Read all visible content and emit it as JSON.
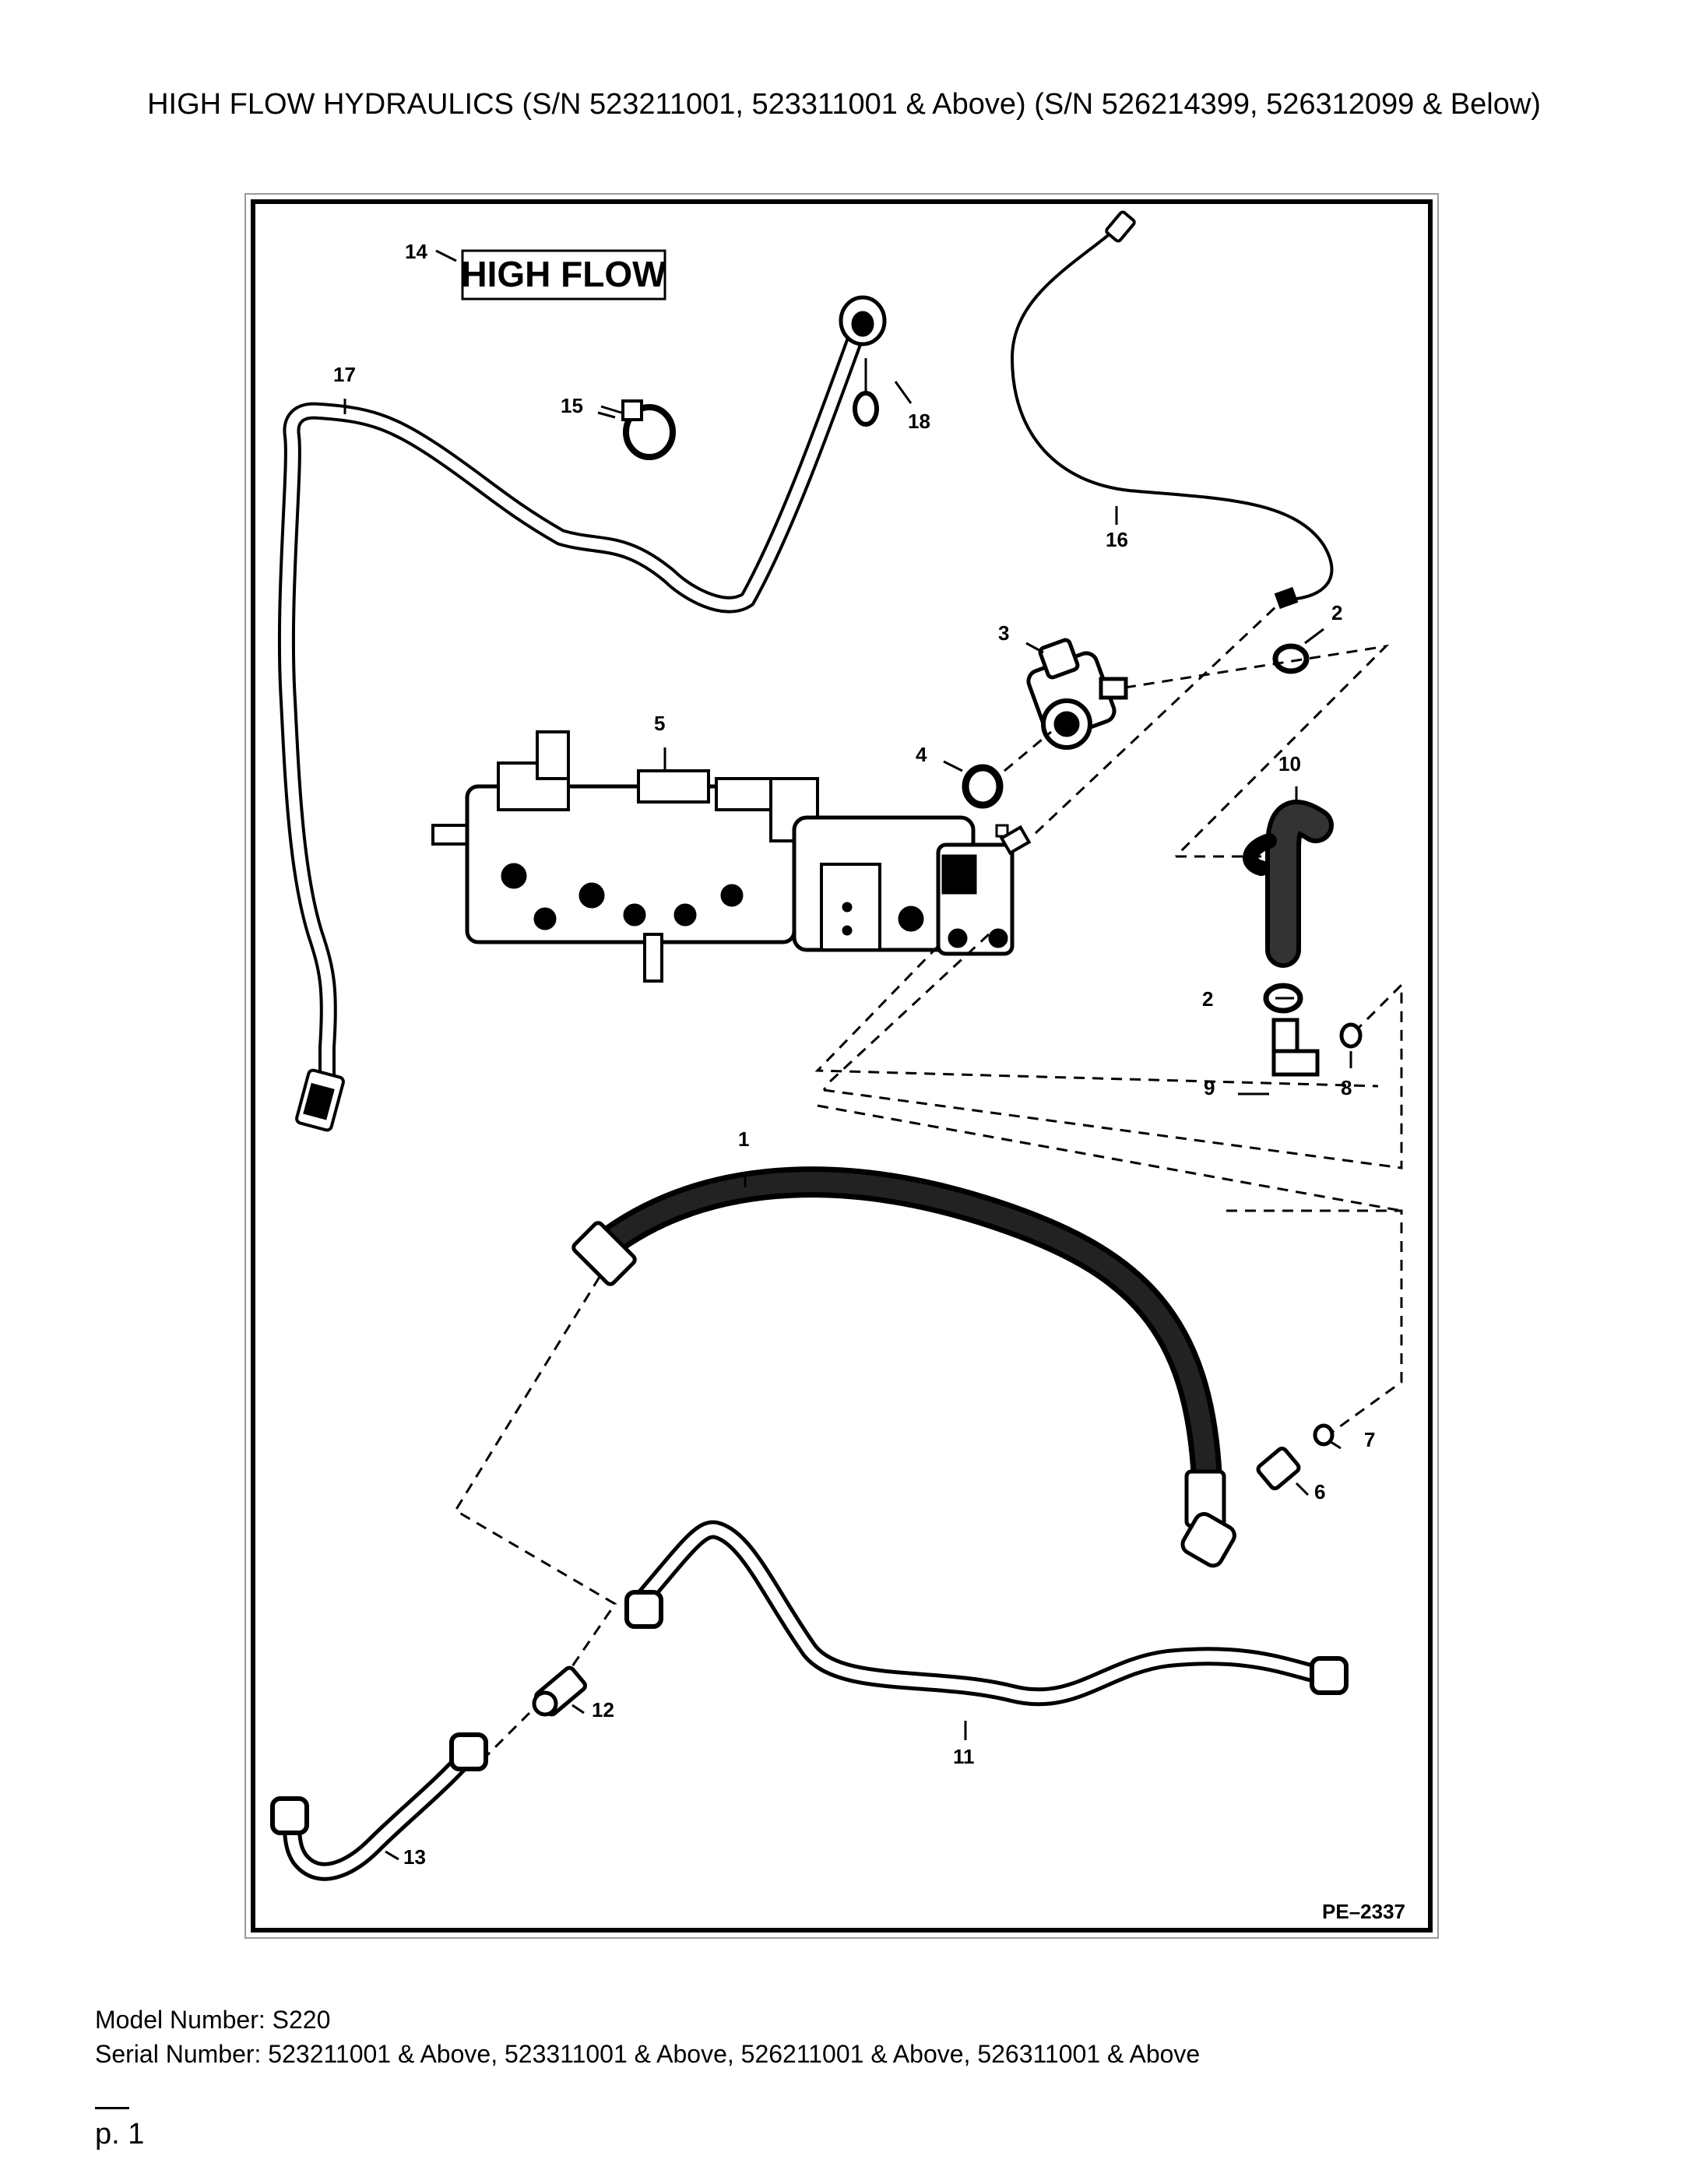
{
  "document": {
    "title": "HIGH FLOW HYDRAULICS (S/N 523211001, 523311001 & Above) (S/N 526214399, 526312099 & Below)",
    "model_label": "Model Number: S220",
    "serial_label": "Serial Number: 523211001 & Above, 523311001 & Above, 526211001 & Above, 526311001 & Above",
    "page_number": "p. 1"
  },
  "diagram": {
    "decal_text": "HIGH FLOW",
    "drawing_id": "PE–2337",
    "callouts": [
      "1",
      "2",
      "2",
      "3",
      "4",
      "5",
      "6",
      "7",
      "8",
      "9",
      "10",
      "11",
      "12",
      "13",
      "14",
      "15",
      "16",
      "17",
      "18"
    ]
  }
}
